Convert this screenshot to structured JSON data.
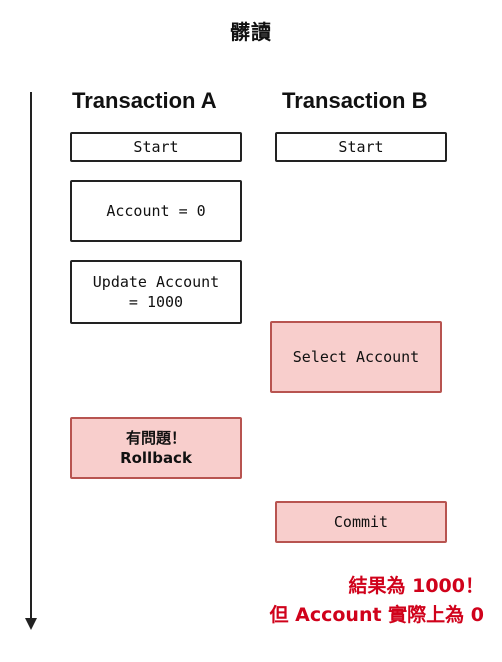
{
  "title": "髒讀",
  "transactions": {
    "a": {
      "header": "Transaction A",
      "steps": {
        "start": "Start",
        "account": "Account = 0",
        "update": "Update Account\n= 1000",
        "problem": "有問題！\nRollback"
      }
    },
    "b": {
      "header": "Transaction B",
      "steps": {
        "start": "Start",
        "select": "Select Account",
        "commit": "Commit"
      }
    }
  },
  "result": {
    "line1": "結果為 1000！",
    "line2": "但 Account 實際上為 0"
  },
  "colors": {
    "highlight_fill": "#f8cecc",
    "highlight_border": "#b85450",
    "result_text": "#d0021b"
  }
}
